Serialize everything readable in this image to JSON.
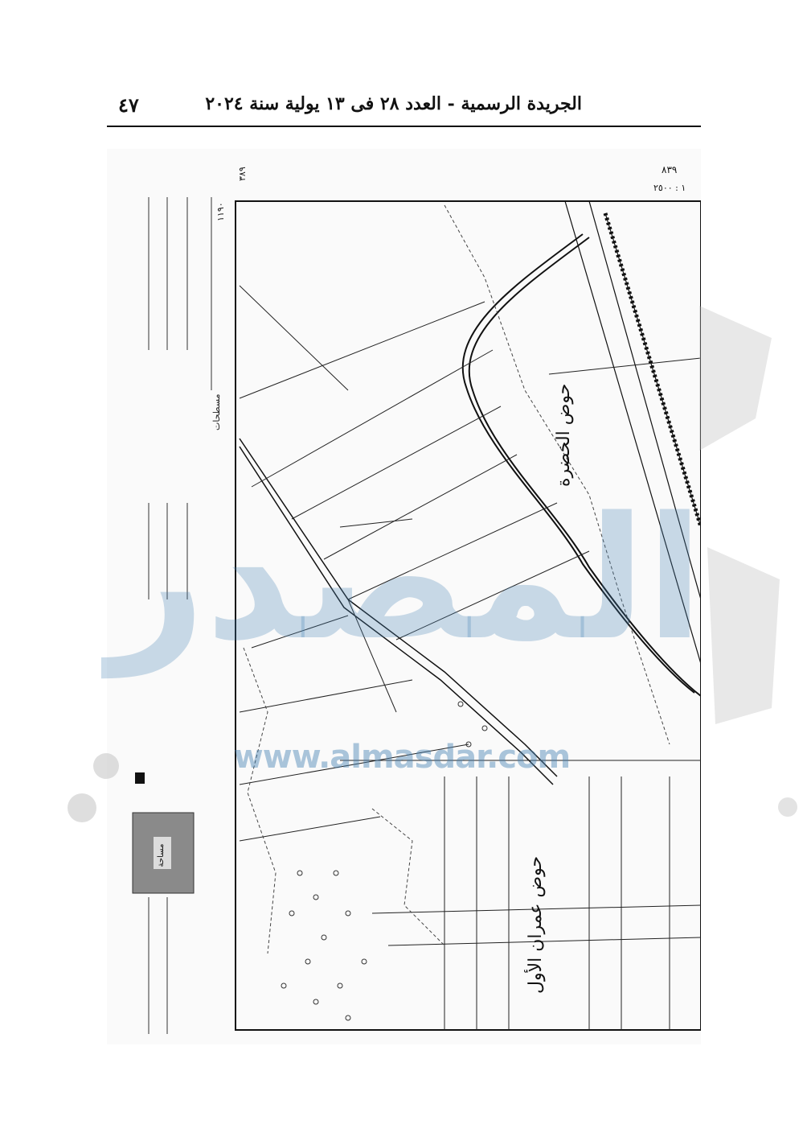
{
  "header": {
    "page_number": "٤٧",
    "running_title": "الجريدة الرسمية - العدد ٢٨ فى ١٣ يولية سنة ٢٠٢٤"
  },
  "map": {
    "sheet_no": "٨٣٩",
    "scale": "١ : ٢٥٠٠",
    "frame_code_top": "٣٨٩",
    "frame_code_left": "١١٩٠",
    "basin_labels": [
      "حوض الخضرة",
      "حوض عمران الأول"
    ],
    "legend_heading": "مسطحات",
    "stamp_label": "مساحة"
  },
  "watermark": {
    "logo_text": "المصدر",
    "url": "www.almasdar.com"
  }
}
